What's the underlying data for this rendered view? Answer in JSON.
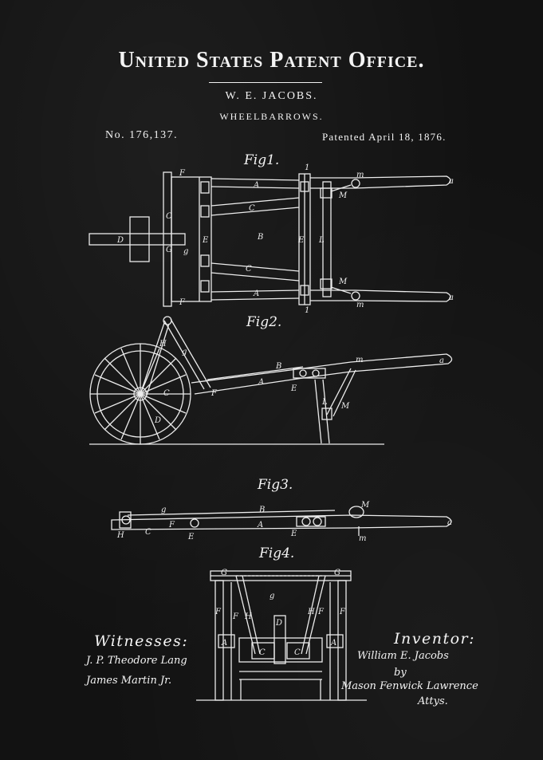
{
  "header": {
    "office": "United States Patent Office.",
    "inventor": "W. E. JACOBS.",
    "invention": "WHEELBARROWS.",
    "patent_number": "No. 176,137.",
    "patent_date": "Patented April 18, 1876."
  },
  "figures": {
    "fig1": "Fig1.",
    "fig2": "Fig2.",
    "fig3": "Fig3.",
    "fig4": "Fig4."
  },
  "signatures": {
    "witnesses_heading": "Witnesses:",
    "witness_1": "J. P. Theodore Lang",
    "witness_2": "James Martin Jr.",
    "inventor_heading": "Inventor:",
    "inventor_signature": "William E. Jacobs",
    "by": "by",
    "attorney_signature": "Mason Fenwick Lawrence",
    "attorney_abbrev": "Attys."
  },
  "colors": {
    "background": "#121212",
    "ink": "#f2f2f2"
  }
}
